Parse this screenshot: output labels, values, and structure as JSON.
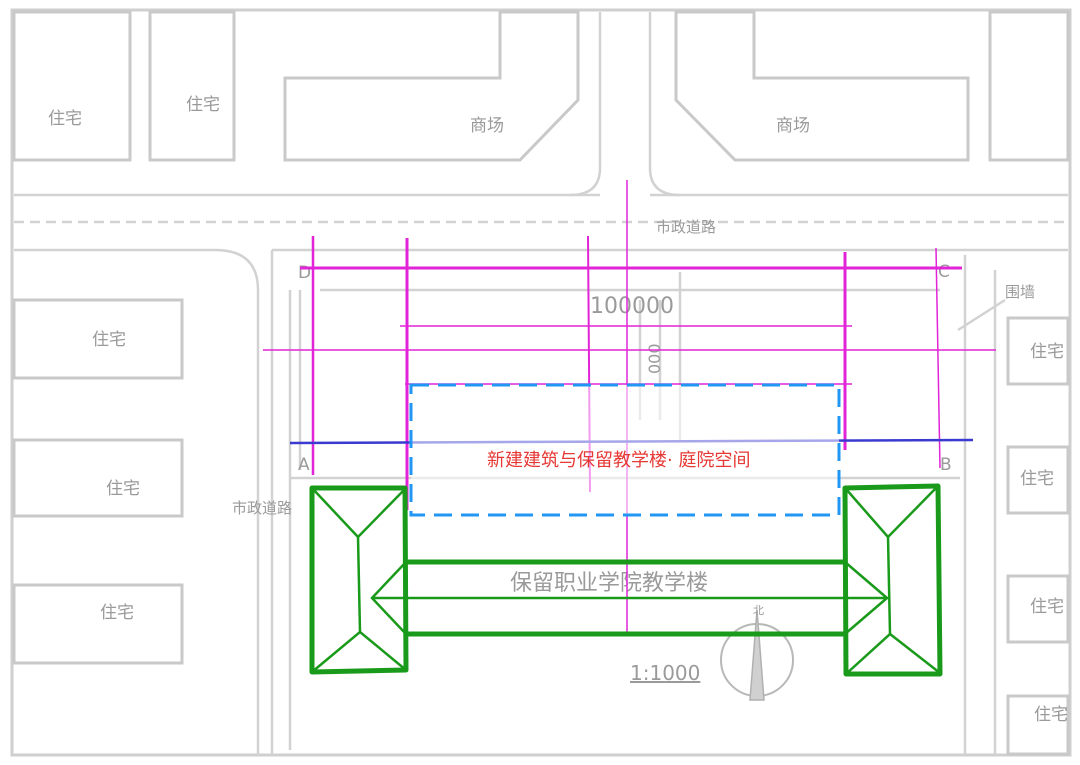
{
  "labels": {
    "residential": "住宅",
    "commercial": "商场",
    "municipal_road": "市政道路",
    "wall": "围墙",
    "dimension_100000": "100000",
    "dimension_vertical": "000",
    "retained_building": "保留职业学院教学楼",
    "scale": "1:1000",
    "north": "北",
    "annotation": "新建建筑与保留教学楼· 庭院空间"
  },
  "axis_labels": {
    "d": "D",
    "c": "C",
    "a": "A",
    "b": "B"
  },
  "colors": {
    "background": "#ffffff",
    "base_lines": "#c9c9c9",
    "gridlines": "#e224d8",
    "retained_building_outline": "#1a9a1a",
    "courtyard_box": "#2196f3",
    "blue_axis": "#3a3ad0",
    "annotation_text": "#e53935"
  }
}
